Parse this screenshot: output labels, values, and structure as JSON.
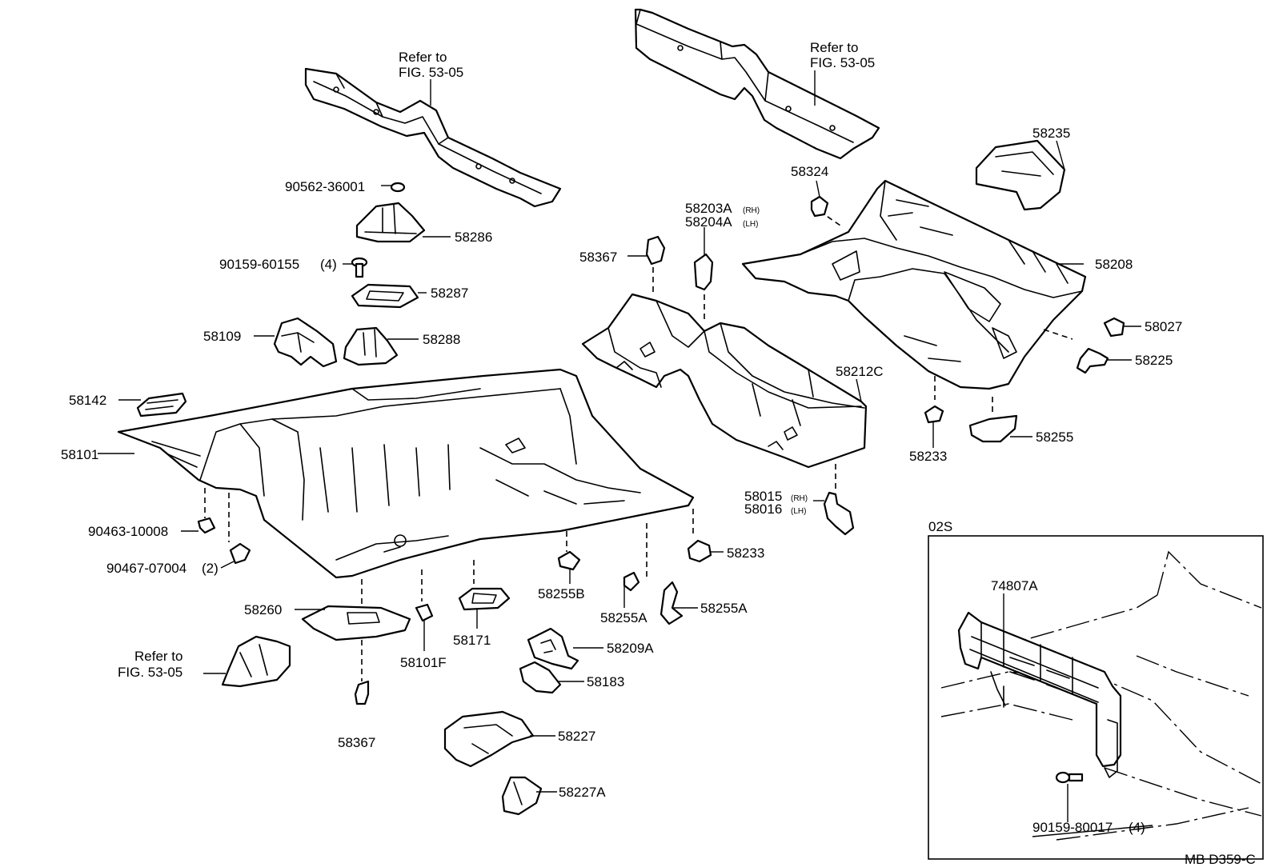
{
  "diagram_code": "MB D359-C",
  "inset_label": "02S",
  "refs": [
    {
      "line1": "Refer to",
      "line2": "FIG. 53-05"
    },
    {
      "line1": "Refer to",
      "line2": "FIG. 53-05"
    },
    {
      "line1": "Refer to",
      "line2": "FIG. 53-05"
    }
  ],
  "parts": [
    {
      "num": "90562-36001",
      "qty": ""
    },
    {
      "num": "58286",
      "qty": ""
    },
    {
      "num": "90159-60155",
      "qty": "(4)"
    },
    {
      "num": "58287",
      "qty": ""
    },
    {
      "num": "58109",
      "qty": ""
    },
    {
      "num": "58288",
      "qty": ""
    },
    {
      "num": "58142",
      "qty": ""
    },
    {
      "num": "58101",
      "qty": ""
    },
    {
      "num": "90463-10008",
      "qty": ""
    },
    {
      "num": "90467-07004",
      "qty": "(2)"
    },
    {
      "num": "58260",
      "qty": ""
    },
    {
      "num": "58367",
      "qty": ""
    },
    {
      "num": "58101F",
      "qty": ""
    },
    {
      "num": "58171",
      "qty": ""
    },
    {
      "num": "58255B",
      "qty": ""
    },
    {
      "num": "58255A",
      "qty": ""
    },
    {
      "num": "58255A",
      "qty": ""
    },
    {
      "num": "58233",
      "qty": ""
    },
    {
      "num": "58209A",
      "qty": ""
    },
    {
      "num": "58183",
      "qty": ""
    },
    {
      "num": "58227",
      "qty": ""
    },
    {
      "num": "58227A",
      "qty": ""
    },
    {
      "num": "58367",
      "qty": ""
    },
    {
      "num": "58203A",
      "qty": "(RH)"
    },
    {
      "num": "58204A",
      "qty": "(LH)"
    },
    {
      "num": "58212C",
      "qty": ""
    },
    {
      "num": "58015",
      "qty": "(RH)"
    },
    {
      "num": "58016",
      "qty": "(LH)"
    },
    {
      "num": "58324",
      "qty": ""
    },
    {
      "num": "58235",
      "qty": ""
    },
    {
      "num": "58208",
      "qty": ""
    },
    {
      "num": "58027",
      "qty": ""
    },
    {
      "num": "58225",
      "qty": ""
    },
    {
      "num": "58233",
      "qty": ""
    },
    {
      "num": "58255",
      "qty": ""
    },
    {
      "num": "74807A",
      "qty": ""
    },
    {
      "num": "90159-80017",
      "qty": "(4)"
    }
  ]
}
